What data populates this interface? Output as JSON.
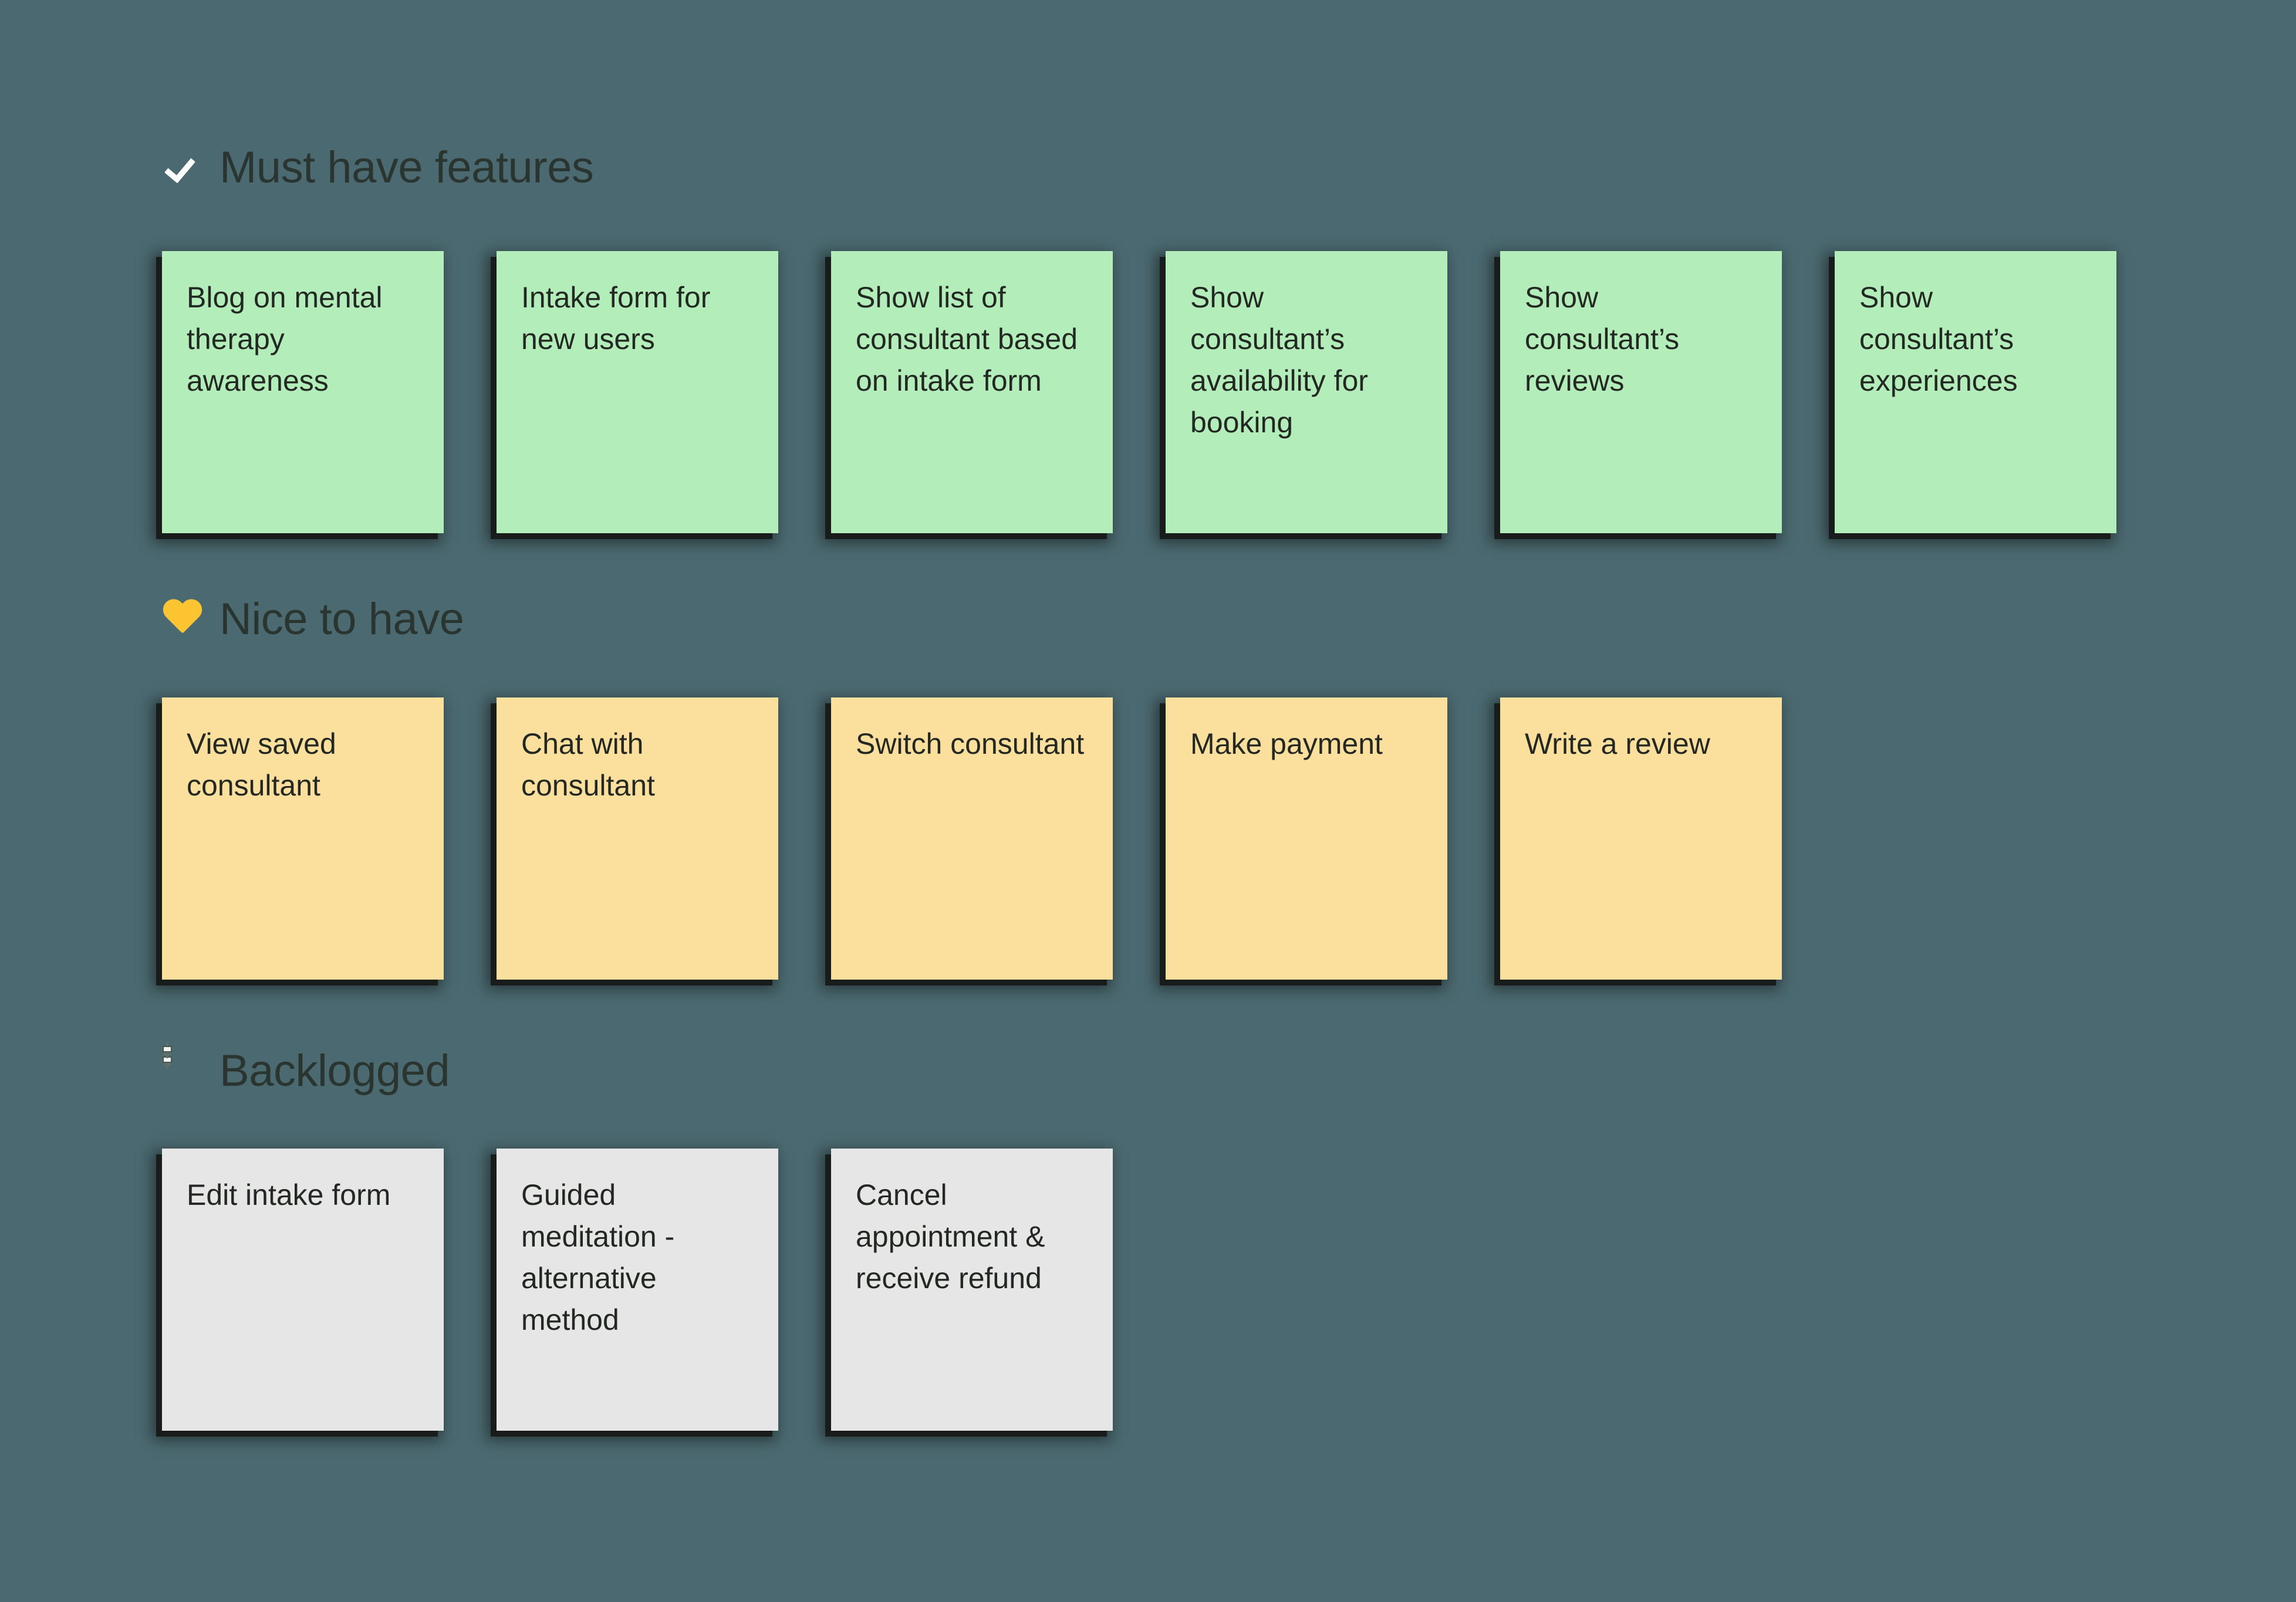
{
  "board": {
    "background_color": "#4b6970",
    "sections": [
      {
        "id": "must",
        "emoji_name": "white-check-mark-emoji",
        "title": "Must have features",
        "note_color": "#b3edba",
        "notes": [
          {
            "text": "Blog on mental therapy awareness"
          },
          {
            "text": "Intake form for new users"
          },
          {
            "text": "Show list of consultant based on intake form"
          },
          {
            "text": "Show consultant’s availability for booking"
          },
          {
            "text": "Show consultant’s reviews"
          },
          {
            "text": "Show consultant’s experiences"
          }
        ]
      },
      {
        "id": "nice",
        "emoji_name": "yellow-heart-emoji",
        "title": "Nice to have",
        "note_color": "#fbdf9c",
        "notes": [
          {
            "text": "View saved consultant"
          },
          {
            "text": "Chat with consultant"
          },
          {
            "text": "Switch consultant"
          },
          {
            "text": "Make payment"
          },
          {
            "text": "Write a review"
          }
        ]
      },
      {
        "id": "back",
        "emoji_name": "file-cabinet-emoji",
        "title": "Backlogged",
        "note_color": "#e6e6e6",
        "notes": [
          {
            "text": "Edit intake form"
          },
          {
            "text": "Guided meditation - alternative method"
          },
          {
            "text": "Cancel appointment & receive refund"
          }
        ]
      }
    ]
  }
}
